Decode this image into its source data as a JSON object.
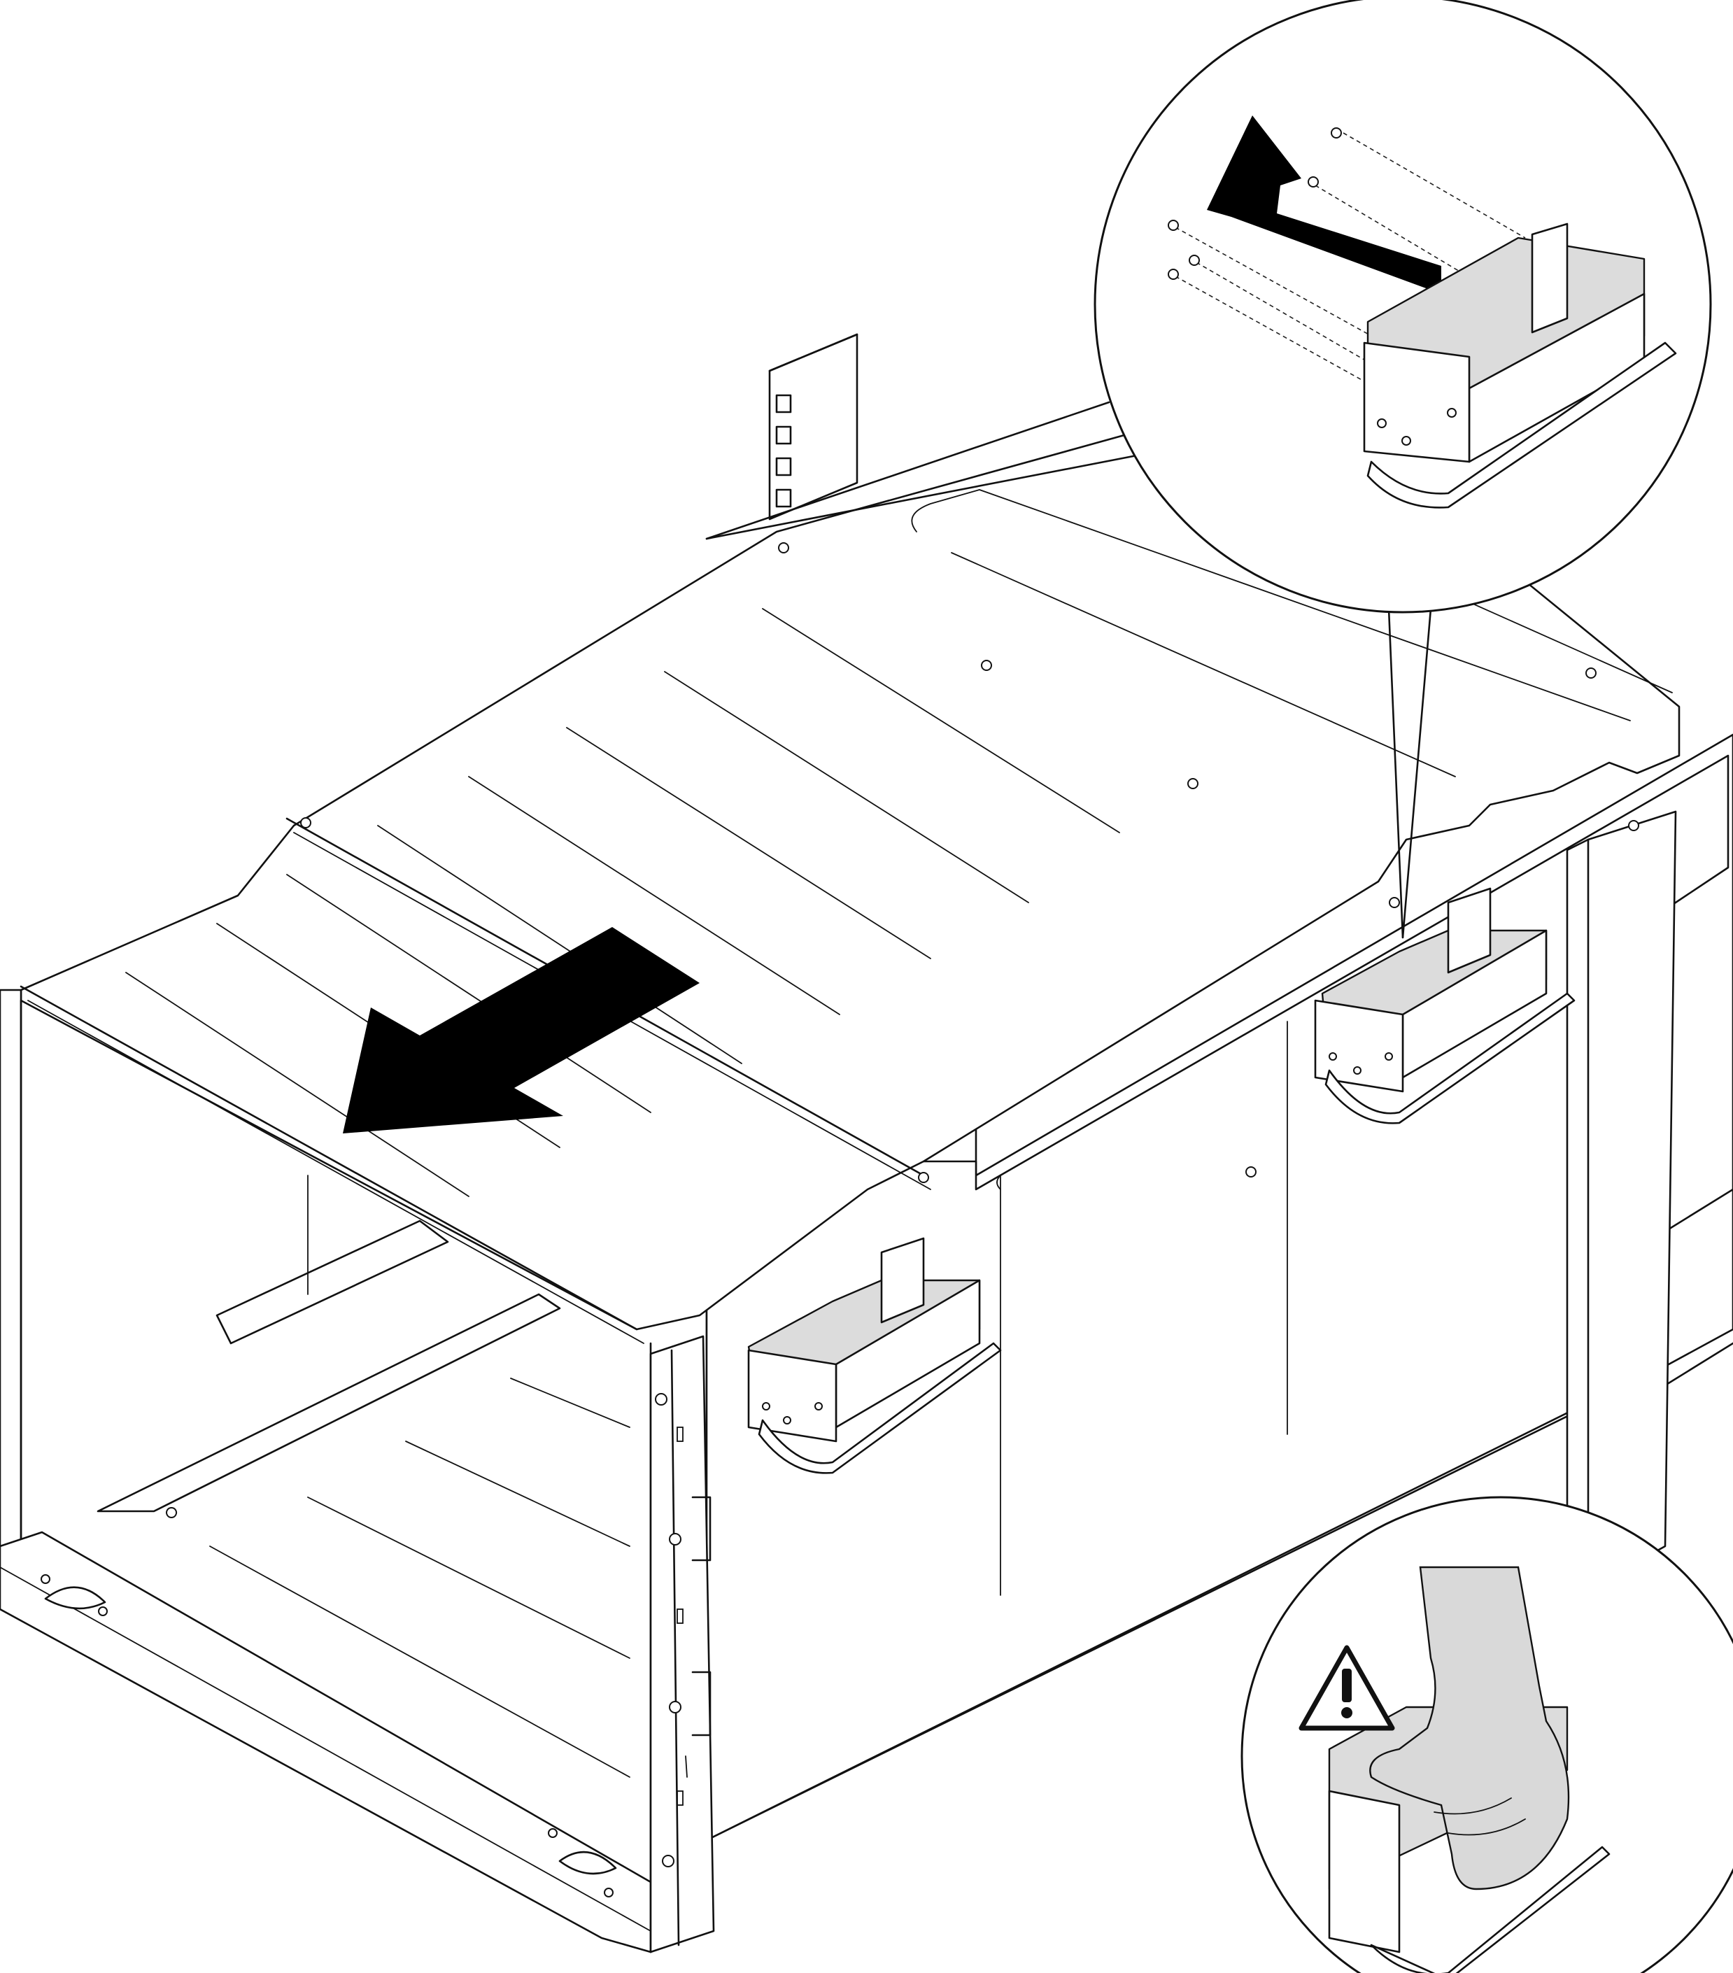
{
  "figure": {
    "type": "technical-line-illustration",
    "subject": "chassis-with-side-brackets",
    "callouts": [
      "bracket-removal-detail",
      "caution-lift-detail"
    ],
    "icons": [
      "motion-arrow-icon",
      "screw-icon",
      "warning-triangle-icon",
      "hand-icon"
    ],
    "colors": {
      "ink": "#111111",
      "fill": "#ffffff",
      "shade": "#dcdcdc",
      "arrow": "#000000"
    }
  }
}
